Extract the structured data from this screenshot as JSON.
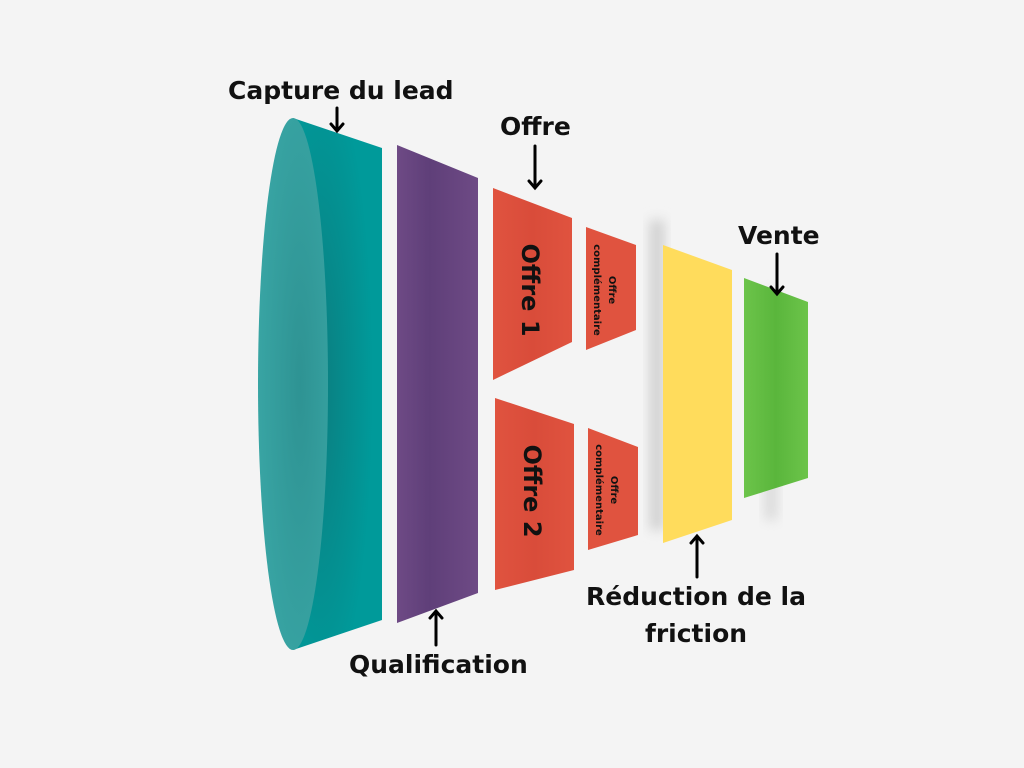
{
  "labels": {
    "capture": "Capture du lead",
    "offre": "Offre",
    "vente": "Vente",
    "qualification": "Qualification",
    "reduction": "Réduction de la friction"
  },
  "segments": {
    "offre1": "Offre 1",
    "offre2": "Offre 2",
    "complementaire_line1": "Offre",
    "complementaire_line2": "complémentaire"
  },
  "colors": {
    "capture": "#009a9a",
    "qualification": "#6e4a85",
    "offre": "#e0533f",
    "reduction": "#ffdc5c",
    "vente": "#6cc44a"
  }
}
